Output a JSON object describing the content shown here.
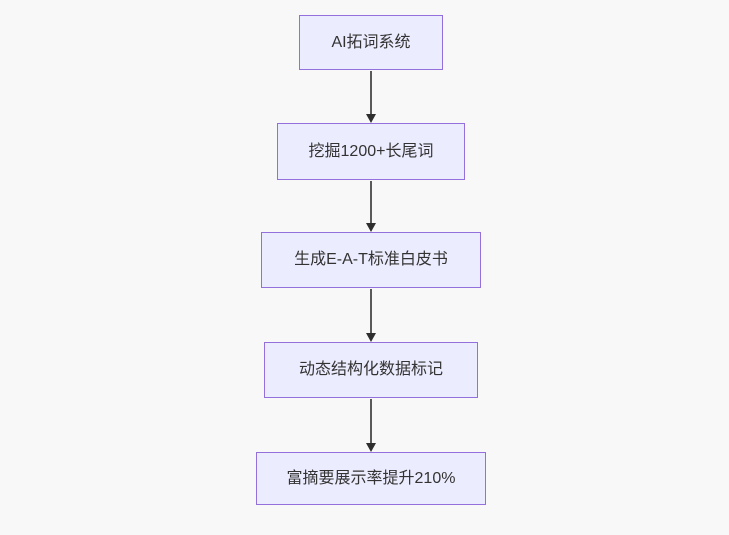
{
  "diagram": {
    "type": "flowchart",
    "direction": "top-down",
    "colors": {
      "background": "#f8f8f8",
      "node_fill": "#ECECFF",
      "node_border": "#9370DB",
      "node_text": "#333333",
      "arrow_line": "#5a5a5a",
      "arrow_head": "#2e2e2e"
    },
    "nodes": [
      {
        "label": "AI拓词系统"
      },
      {
        "label": "挖掘1200+长尾词"
      },
      {
        "label": "生成E-A-T标准白皮书"
      },
      {
        "label": "动态结构化数据标记"
      },
      {
        "label": "富摘要展示率提升210%"
      }
    ],
    "edges": [
      {
        "from": 0,
        "to": 1
      },
      {
        "from": 1,
        "to": 2
      },
      {
        "from": 2,
        "to": 3
      },
      {
        "from": 3,
        "to": 4
      }
    ]
  }
}
